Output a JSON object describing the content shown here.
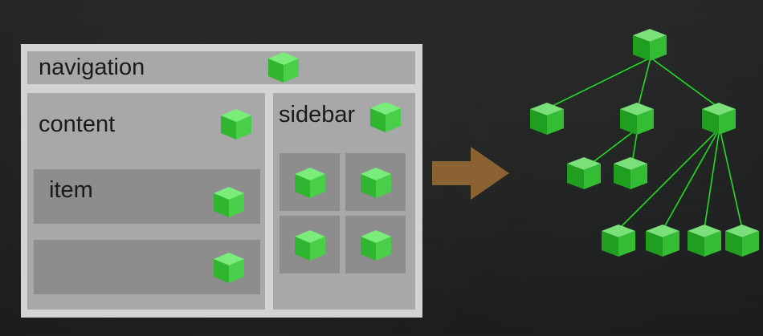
{
  "wireframe": {
    "navigation_label": "navigation",
    "content_label": "content",
    "item_label": "item",
    "sidebar_label": "sidebar"
  },
  "colors": {
    "background": "#1f2121",
    "wireframe_border": "#d3d3d3",
    "panel": "#a8a8a8",
    "inner_panel": "#8d8d8d",
    "cube_green": "#3ec43e",
    "connector_green": "#22dd22",
    "arrow_brown": "#8b6332"
  },
  "icons": {
    "node": "green-cube-icon",
    "transform": "right-arrow-icon"
  }
}
